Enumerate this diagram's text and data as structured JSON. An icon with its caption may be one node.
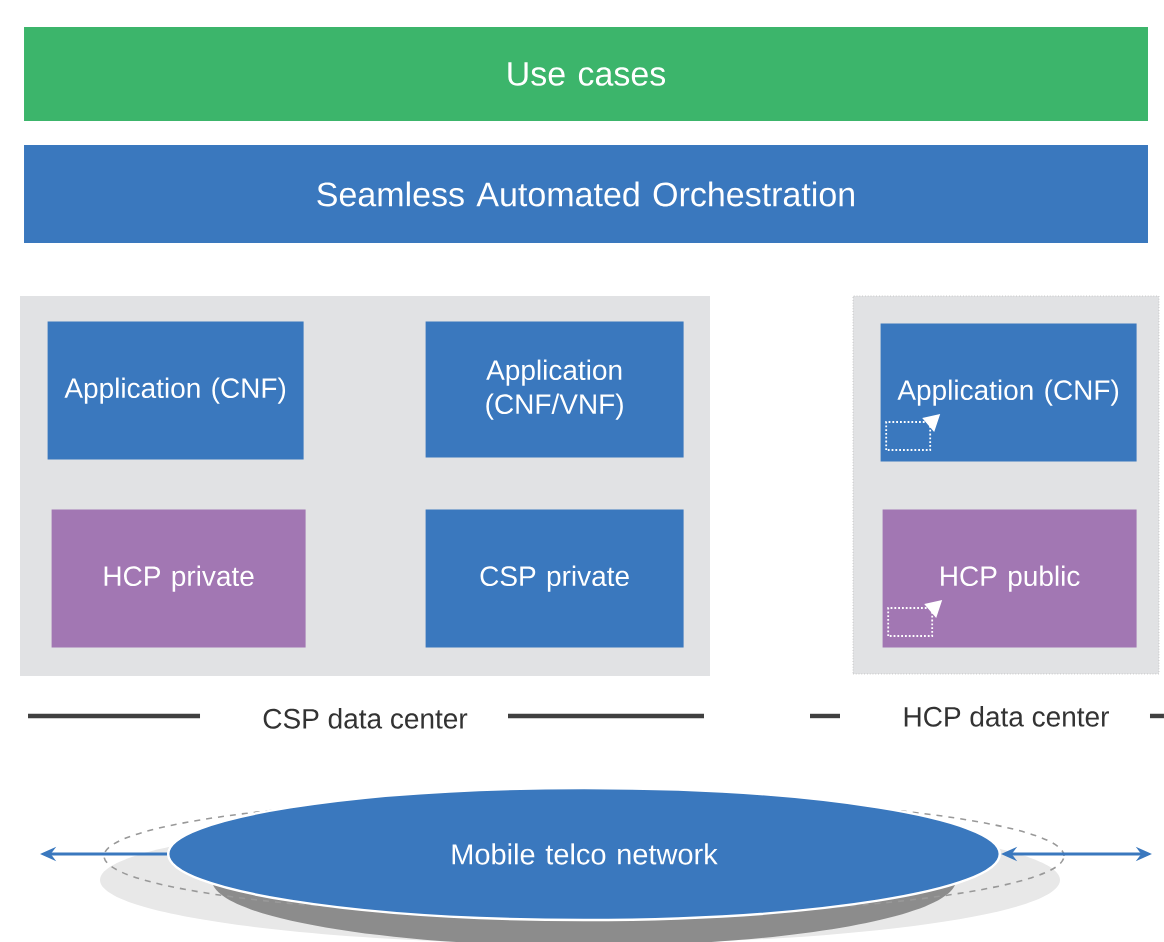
{
  "diagram": {
    "nodes": [
      {
        "text": [
          "Use cases"
        ]
      },
      {
        "text": [
          "Seamless Automated Orchestration"
        ]
      },
      {
        "text": [
          "CSP data center"
        ]
      },
      {
        "text": [
          "Application (CNF)"
        ],
        "in": 2
      },
      {
        "text": [
          "Application (CNF/VNF)"
        ],
        "in": 2
      },
      {
        "text": [
          "HCP private"
        ],
        "in": 2
      },
      {
        "text": [
          "CSP private"
        ],
        "in": 2
      },
      {
        "text": [
          "HCP data center"
        ]
      },
      {
        "text": [
          "Application (CNF)"
        ],
        "in": 7
      },
      {
        "text": [
          "HCP public"
        ],
        "in": 7
      },
      {
        "text": [
          "Mobile telco network"
        ]
      }
    ],
    "edges": [
      {
        "from": 10,
        "to": null,
        "arrow": "to"
      },
      {
        "from": 10,
        "to": null,
        "arrow": "both"
      }
    ]
  }
}
